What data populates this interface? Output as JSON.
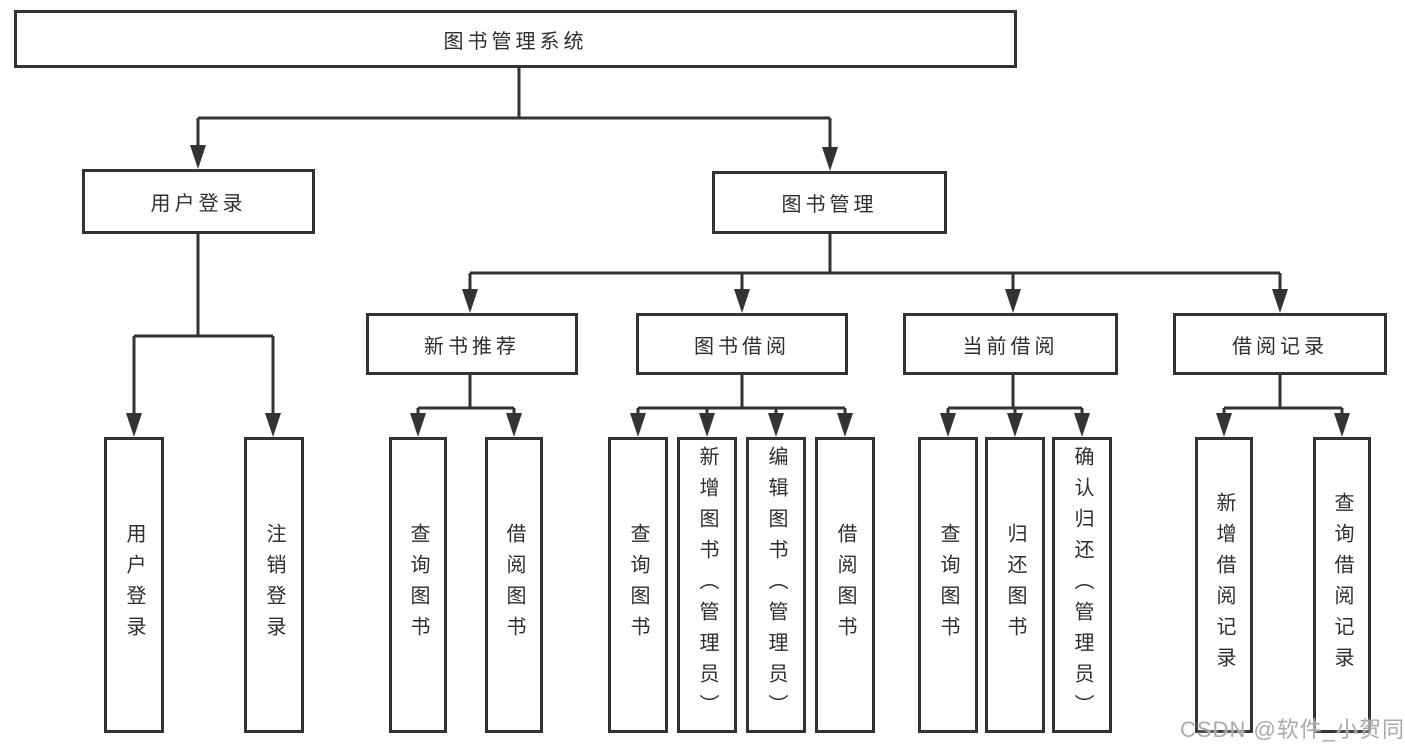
{
  "diagram": {
    "root": "图书管理系统",
    "level2": [
      "用户登录",
      "图书管理"
    ],
    "level3": [
      "新书推荐",
      "图书借阅",
      "当前借阅",
      "借阅记录"
    ],
    "leaves": {
      "user_login": [
        "用户登录",
        "注销登录"
      ],
      "new_book": [
        "查询图书",
        "借阅图书"
      ],
      "book_borrow": [
        "查询图书",
        "新增图书（管理员）",
        "编辑图书（管理员）",
        "借阅图书"
      ],
      "current_borrow": [
        "查询图书",
        "归还图书",
        "确认归还（管理员）"
      ],
      "borrow_record": [
        "新增借阅记录",
        "查询借阅记录"
      ]
    }
  },
  "watermark": "CSDN @软件_小贺同学",
  "colors": {
    "line": "#333333",
    "border": "#333333",
    "text": "#2e2e2e",
    "background": "#ffffff",
    "watermark": "#aaaaaa"
  }
}
